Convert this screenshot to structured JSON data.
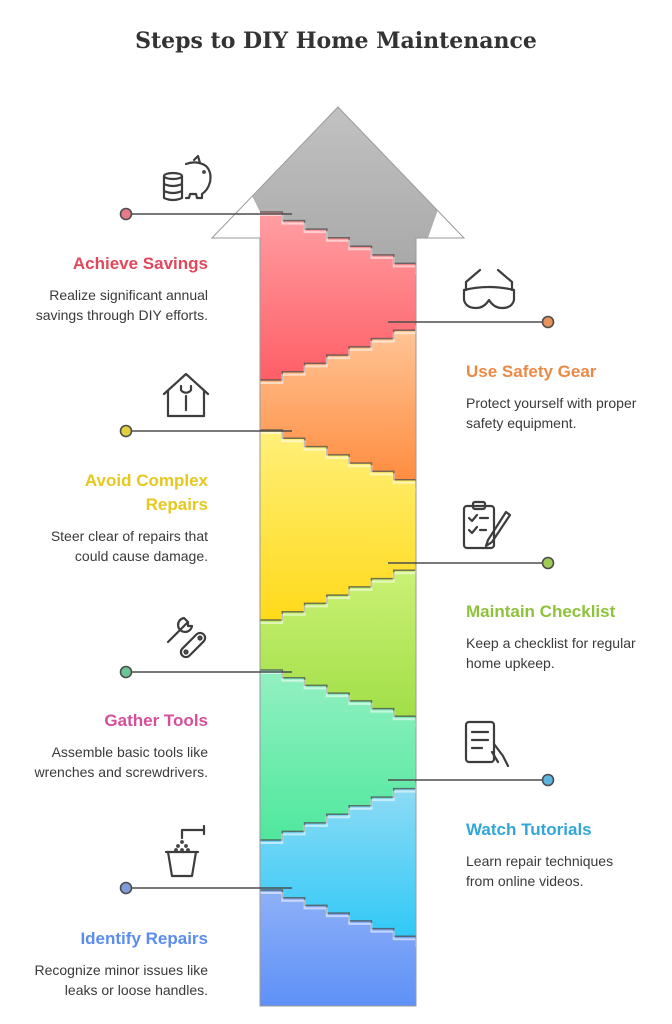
{
  "title": "Steps to DIY Home Maintenance",
  "steps": [
    {
      "heading": "Identify Repairs",
      "desc": [
        "Recognize minor issues like",
        "leaks or loose handles."
      ],
      "color": "#5b8def",
      "icon": "faucet-bucket-icon",
      "side": "left"
    },
    {
      "heading": "Watch Tutorials",
      "desc": [
        "Learn repair techniques",
        "from online videos."
      ],
      "color": "#33a6d9",
      "icon": "tablet-touch-icon",
      "side": "right"
    },
    {
      "heading": "Gather Tools",
      "desc": [
        "Assemble basic tools like",
        "wrenches and screwdrivers."
      ],
      "color": "#d64f9a",
      "icon": "wrench-screwdriver-icon",
      "side": "left"
    },
    {
      "heading": "Maintain Checklist",
      "desc": [
        "Keep a checklist for regular",
        "home upkeep."
      ],
      "color": "#8ec23b",
      "icon": "clipboard-checklist-icon",
      "side": "right"
    },
    {
      "heading": "Avoid Complex Repairs",
      "desc": [
        "Steer clear of repairs that",
        "could cause damage."
      ],
      "color": "#e6c81e",
      "icon": "house-wrench-icon",
      "side": "left"
    },
    {
      "heading": "Use Safety Gear",
      "desc": [
        "Protect yourself with proper",
        "safety equipment."
      ],
      "color": "#ec8a45",
      "icon": "safety-goggles-icon",
      "side": "right"
    },
    {
      "heading": "Achieve Savings",
      "desc": [
        "Realize significant annual",
        "savings through DIY efforts."
      ],
      "color": "#e2475a",
      "icon": "piggy-bank-coins-icon",
      "side": "left"
    }
  ],
  "band_colors": [
    [
      "#5c8ff7",
      "#8fb1f7"
    ],
    [
      "#2cc8f6",
      "#93dcf5"
    ],
    [
      "#4fe89d",
      "#93f0c2"
    ],
    [
      "#9fde46",
      "#cdf277"
    ],
    [
      "#ffd91a",
      "#fff07a"
    ],
    [
      "#ff8a3c",
      "#ffc79a"
    ],
    [
      "#ff5e66",
      "#ff9fa3"
    ],
    [
      "#a8a8a8",
      "#c4c4c4"
    ]
  ],
  "dot_colors": [
    "#7d9cd8",
    "#5cb5e0",
    "#6cc597",
    "#9fcb55",
    "#e3cf3f",
    "#e8935c",
    "#e37c86"
  ]
}
